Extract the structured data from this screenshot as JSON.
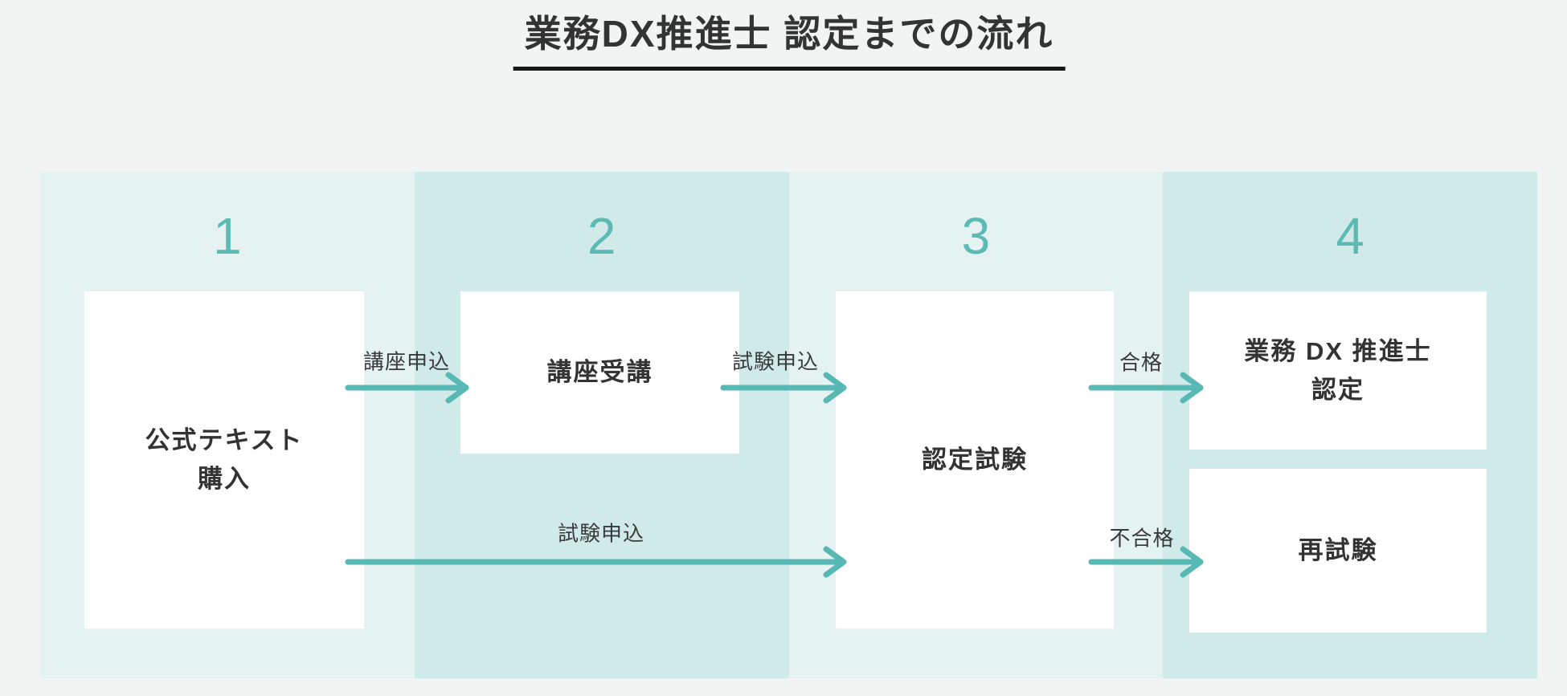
{
  "title": "業務DX推進士 認定までの流れ",
  "colors": {
    "accent_teal": "#58b8b3",
    "band_light": "#e4f3f2",
    "band_dark": "#cfeae8",
    "page_background": "#f2f4f4",
    "box_background": "#ffffff",
    "text_dark": "#333333",
    "title_underline": "#161616"
  },
  "steps": [
    {
      "number": "1"
    },
    {
      "number": "2"
    },
    {
      "number": "3"
    },
    {
      "number": "4"
    }
  ],
  "boxes": {
    "official_text": {
      "lines": [
        "公式テキスト",
        "購入"
      ]
    },
    "course": {
      "lines": [
        "講座受講"
      ]
    },
    "exam": {
      "lines": [
        "認定試験"
      ]
    },
    "certified": {
      "lines": [
        "業務 DX 推進士",
        "認定"
      ]
    },
    "retest": {
      "lines": [
        "再試験"
      ]
    }
  },
  "arrows": {
    "course_apply": "講座申込",
    "exam_apply_top": "試験申込",
    "exam_apply_bottom": "試験申込",
    "pass": "合格",
    "fail": "不合格"
  }
}
